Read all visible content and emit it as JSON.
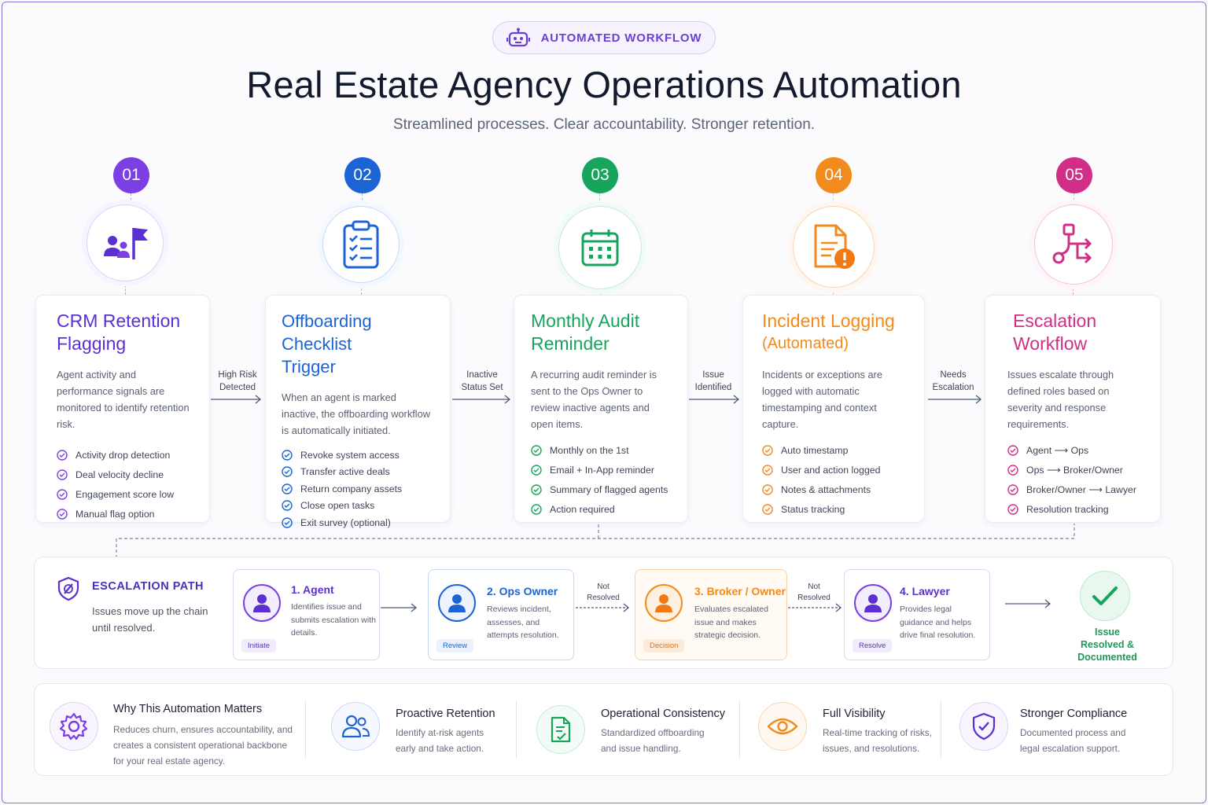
{
  "header": {
    "badge": "AUTOMATED WORKFLOW",
    "title": "Real Estate Agency Operations Automation",
    "subtitle": "Streamlined processes. Clear accountability. Stronger retention."
  },
  "colors": {
    "purple": "#7b3fe4",
    "blue": "#1c63d6",
    "green": "#17a45c",
    "orange": "#f28a1c",
    "pink": "#d12f87"
  },
  "steps": [
    {
      "number": "01",
      "icon": "team-flag-icon",
      "title_line1": "CRM Retention",
      "title_line2": "Flagging",
      "desc": "Agent activity and performance signals are monitored to identify retention risk.",
      "items": [
        "Activity drop detection",
        "Deal velocity decline",
        "Engagement score low",
        "Manual flag option"
      ]
    },
    {
      "number": "02",
      "icon": "clipboard-checklist-icon",
      "title_line1": "Offboarding Checklist",
      "title_line2": "Trigger",
      "desc": "When an agent is marked inactive, the offboarding workflow is automatically initiated.",
      "items": [
        "Revoke system access",
        "Transfer active deals",
        "Return company assets",
        "Close open tasks",
        "Exit survey (optional)"
      ]
    },
    {
      "number": "03",
      "icon": "calendar-icon",
      "title_line1": "Monthly Audit",
      "title_line2": "Reminder",
      "desc": "A recurring audit reminder is sent to the Ops Owner to review inactive agents and open items.",
      "items": [
        "Monthly on the 1st",
        "Email + In-App reminder",
        "Summary of flagged agents",
        "Action required"
      ]
    },
    {
      "number": "04",
      "icon": "document-alert-icon",
      "title_line1": "Incident Logging",
      "title_line2": "(Automated)",
      "desc": "Incidents or exceptions are logged with automatic timestamping and context capture.",
      "items": [
        "Auto timestamp",
        "User and action logged",
        "Notes & attachments",
        "Status tracking"
      ]
    },
    {
      "number": "05",
      "icon": "branch-flow-icon",
      "title_line1": "Escalation",
      "title_line2": "Workflow",
      "desc": "Issues escalate through defined roles based on severity and response requirements.",
      "items": [
        "Agent ⟶ Ops",
        "Ops ⟶ Broker/Owner",
        "Broker/Owner ⟶ Lawyer",
        "Resolution tracking"
      ]
    }
  ],
  "connectors": [
    {
      "line1": "High Risk",
      "line2": "Detected"
    },
    {
      "line1": "Inactive",
      "line2": "Status Set"
    },
    {
      "line1": "Issue",
      "line2": "Identified"
    },
    {
      "line1": "Needs",
      "line2": "Escalation"
    }
  ],
  "escalation": {
    "title": "ESCALATION PATH",
    "desc": "Issues move up the chain until resolved.",
    "roles": [
      {
        "name": "1. Agent",
        "desc": "Identifies issue and submits escalation with details.",
        "tag": "Initiate"
      },
      {
        "name": "2. Ops Owner",
        "desc": "Reviews incident, assesses, and attempts resolution.",
        "tag": "Review"
      },
      {
        "name": "3. Broker / Owner",
        "desc": "Evaluates escalated issue and makes strategic decision.",
        "tag": "Decision"
      },
      {
        "name": "4. Lawyer",
        "desc": "Provides legal guidance and helps drive final resolution.",
        "tag": "Resolve"
      }
    ],
    "not_resolved_1": {
      "line1": "Not",
      "line2": "Resolved"
    },
    "not_resolved_2": {
      "line1": "Not",
      "line2": "Resolved"
    },
    "resolved": {
      "line1": "Issue",
      "line2": "Resolved &",
      "line3": "Documented"
    }
  },
  "benefits": [
    {
      "icon": "gear-icon",
      "title": "Why This Automation Matters",
      "desc": [
        "Reduces churn, ensures accountability, and",
        "creates a consistent operational backbone",
        "for your real estate agency."
      ]
    },
    {
      "icon": "users-icon",
      "title": "Proactive Retention",
      "desc": [
        "Identify at-risk agents",
        "early and take action."
      ]
    },
    {
      "icon": "document-check-icon",
      "title": "Operational Consistency",
      "desc": [
        "Standardized offboarding",
        "and issue handling."
      ]
    },
    {
      "icon": "eye-icon",
      "title": "Full Visibility",
      "desc": [
        "Real-time tracking of risks,",
        "issues, and resolutions."
      ]
    },
    {
      "icon": "shield-check-icon",
      "title": "Stronger Compliance",
      "desc": [
        "Documented process and",
        "legal escalation support."
      ]
    }
  ]
}
